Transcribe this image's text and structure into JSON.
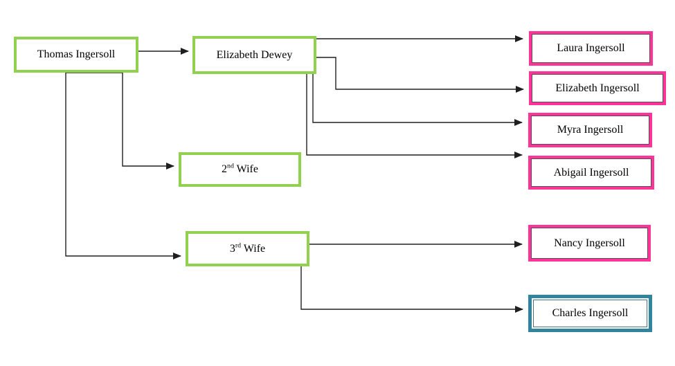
{
  "nodes": {
    "thomas": {
      "label": "Thomas Ingersoll"
    },
    "dewey": {
      "label": "Elizabeth Dewey"
    },
    "wife2": {
      "prefix": "2",
      "sup": "nd",
      "rest": " Wife"
    },
    "wife3": {
      "prefix": "3",
      "sup": "rd",
      "rest": " Wife"
    },
    "laura": {
      "label": "Laura Ingersoll"
    },
    "elizabeth": {
      "label": "Elizabeth Ingersoll"
    },
    "myra": {
      "label": "Myra Ingersoll"
    },
    "abigail": {
      "label": "Abigail Ingersoll"
    },
    "nancy": {
      "label": "Nancy Ingersoll"
    },
    "charles": {
      "label": "Charles Ingersoll"
    }
  },
  "edges": [
    {
      "from": "thomas",
      "to": "dewey"
    },
    {
      "from": "thomas",
      "to": "wife2"
    },
    {
      "from": "thomas",
      "to": "wife3"
    },
    {
      "from": "dewey",
      "to": "laura"
    },
    {
      "from": "dewey",
      "to": "elizabeth"
    },
    {
      "from": "dewey",
      "to": "myra"
    },
    {
      "from": "dewey",
      "to": "abigail"
    },
    {
      "from": "wife3",
      "to": "nancy"
    },
    {
      "from": "wife3",
      "to": "charles"
    }
  ],
  "colors": {
    "parent_spouse_border": "#92D050",
    "daughter_border": "#FF3399",
    "son_border": "#31849B",
    "connector": "#1f1f1f",
    "background": "#ffffff"
  }
}
